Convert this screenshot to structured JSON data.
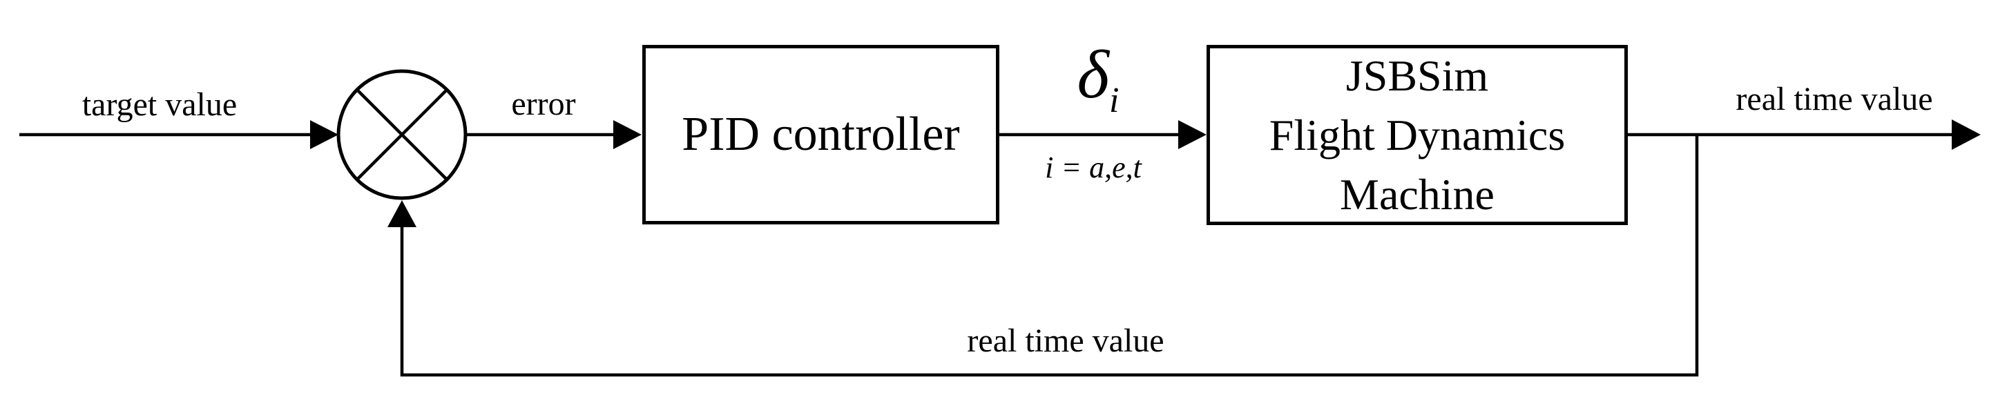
{
  "figure": {
    "type": "control-loop-block-diagram",
    "background_color": "#ffffff",
    "line_color": "#000000",
    "labels": {
      "target_value": "target value",
      "error": "error",
      "delta_symbol": "δ",
      "delta_subscript": "i",
      "delta_indices": "i = a,e,t",
      "real_time_value_output": "real time value",
      "real_time_value_feedback": "real time value"
    },
    "blocks": {
      "summing_junction": {
        "shape": "circle-with-cross"
      },
      "pid": {
        "label": "PID controller"
      },
      "fdm": {
        "line1": "JSBSim",
        "line2": "Flight Dynamics",
        "line3": "Machine"
      }
    }
  }
}
